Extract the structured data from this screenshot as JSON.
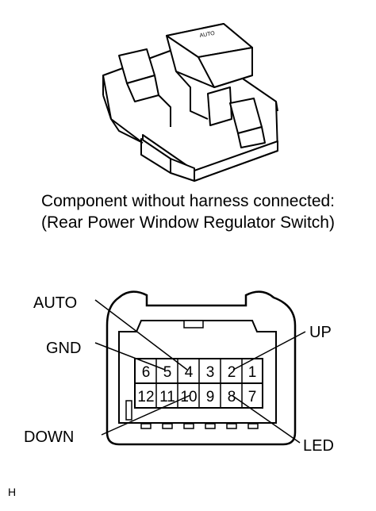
{
  "caption": {
    "line1": "Component without harness connected:",
    "line2": "(Rear Power Window Regulator Switch)"
  },
  "switch_label": "AUTO",
  "connector": {
    "top_row": [
      "6",
      "5",
      "4",
      "3",
      "2",
      "1"
    ],
    "bottom_row": [
      "12",
      "11",
      "10",
      "9",
      "8",
      "7"
    ]
  },
  "callouts": {
    "auto": "AUTO",
    "gnd": "GND",
    "down": "DOWN",
    "up": "UP",
    "led": "LED"
  },
  "corner_mark": "H"
}
